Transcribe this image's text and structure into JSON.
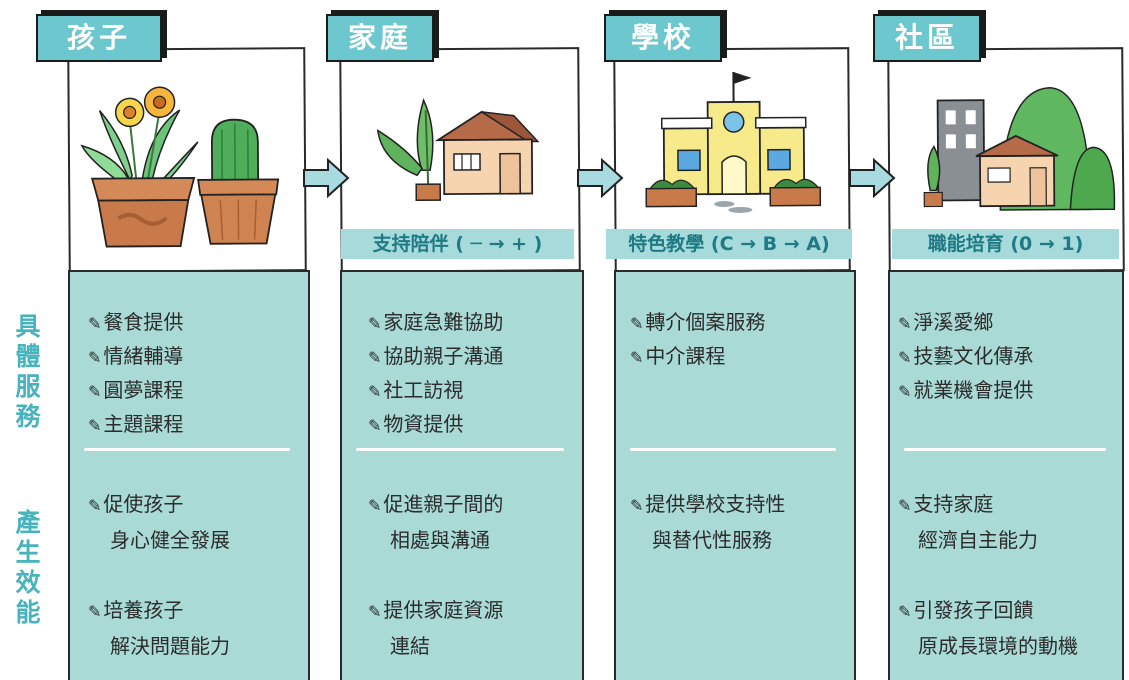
{
  "columns": [
    {
      "id": "child",
      "title": "孩子",
      "band": "",
      "services": [
        "餐食提供",
        "情緒輔導",
        "圓夢課程",
        "主題課程"
      ],
      "effects": [
        [
          "促使孩子",
          "身心健全發展"
        ],
        [
          "培養孩子",
          "解決問題能力"
        ]
      ]
    },
    {
      "id": "family",
      "title": "家庭",
      "band": "支持陪伴 ( ─ → + )",
      "services": [
        "家庭急難協助",
        "協助親子溝通",
        "社工訪視",
        "物資提供"
      ],
      "effects": [
        [
          "促進親子間的",
          "相處與溝通"
        ],
        [
          "提供家庭資源",
          "連結"
        ]
      ]
    },
    {
      "id": "school",
      "title": "學校",
      "band": "特色教學 (C → B → A)",
      "services": [
        "轉介個案服務",
        "中介課程"
      ],
      "effects": [
        [
          "提供學校支持性",
          "與替代性服務"
        ]
      ]
    },
    {
      "id": "community",
      "title": "社區",
      "band": "職能培育 (0 → 1)",
      "services": [
        "淨溪愛鄉",
        "技藝文化傳承",
        "就業機會提供"
      ],
      "effects": [
        [
          "支持家庭",
          "經濟自主能力"
        ],
        [
          "引發孩子回饋",
          "原成長環境的動機"
        ]
      ]
    }
  ],
  "side_labels": {
    "services": "具體服務",
    "effects": "產生效能"
  },
  "icons": {
    "bullet": "pencil-icon",
    "arrow": "right-arrow-icon"
  },
  "colors": {
    "teal": "#6cc7cf",
    "panel": "#a9dad6",
    "band": "#a6dadb",
    "label": "#46b3bd"
  }
}
